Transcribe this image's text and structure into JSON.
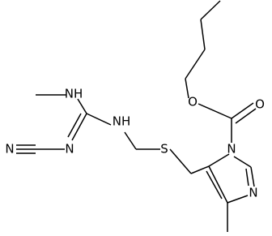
{
  "molecule": {
    "atoms": {
      "nh_top": "NH",
      "nh_mid": "NH",
      "n_imine": "N",
      "n_nitrile": "N",
      "s": "S",
      "o_ester": "O",
      "o_carbonyl": "O",
      "n_imidazole_1": "N",
      "n_imidazole_3": "N"
    }
  }
}
